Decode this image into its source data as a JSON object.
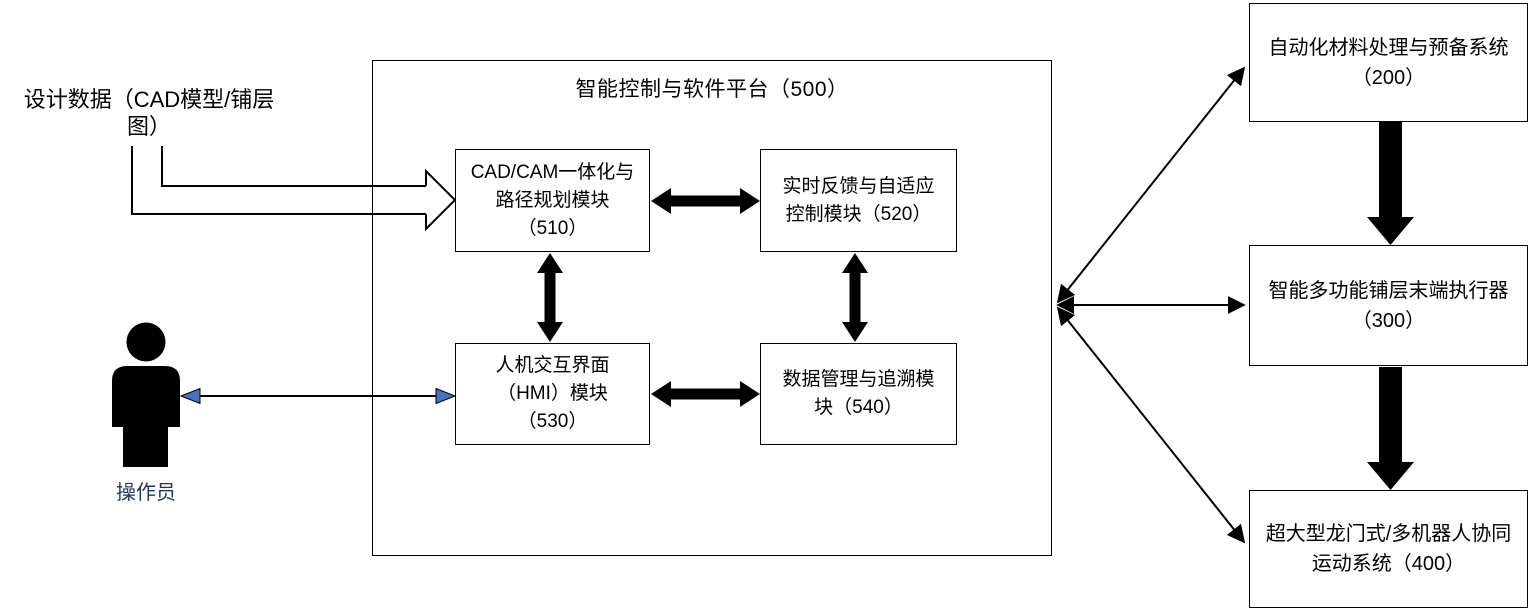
{
  "design_data": {
    "lines": [
      "设计数据（CAD模型/铺层",
      "图）"
    ]
  },
  "operator": {
    "label": "操作员"
  },
  "platform": {
    "title": "智能控制与软件平台（500）",
    "modules": {
      "m510": {
        "lines": [
          "CAD/CAM一体化与",
          "路径规划模块",
          "（510）"
        ]
      },
      "m520": {
        "lines": [
          "实时反馈与自适应",
          "控制模块（520）"
        ]
      },
      "m530": {
        "lines": [
          "人机交互界面",
          "（HMI）模块",
          "（530）"
        ]
      },
      "m540": {
        "lines": [
          "数据管理与追溯模",
          "块（540）"
        ]
      }
    }
  },
  "systems": {
    "s200": {
      "lines": [
        "自动化材料处理与预备系统",
        "（200）"
      ]
    },
    "s300": {
      "lines": [
        "智能多功能铺层末端执行器",
        "（300）"
      ]
    },
    "s400": {
      "lines": [
        "超大型龙门式/多机器人协同",
        "运动系统（400）"
      ]
    }
  },
  "colors": {
    "line": "#000000",
    "operator_arrowhead": "#4472c4",
    "operator_label": "#1f3864"
  }
}
